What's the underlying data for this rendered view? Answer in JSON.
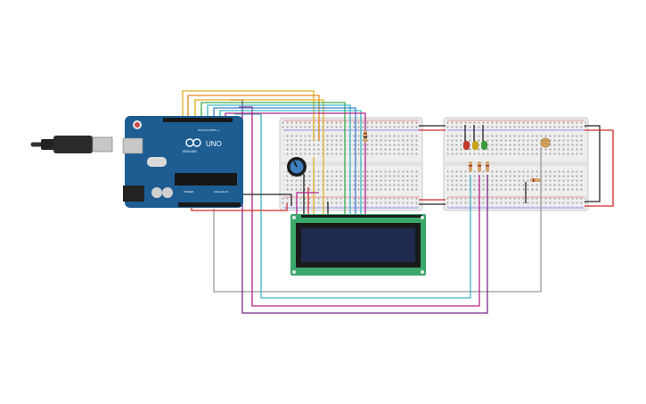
{
  "circuit": {
    "arduino": {
      "model_label": "UNO",
      "brand_label": "ARDUINO",
      "digital_header_label": "DIGITAL (PWM ~)",
      "power_header_label": "POWER",
      "analog_header_label": "ANALOG IN",
      "board_color": "#1d5d92"
    },
    "lcd": {
      "screen_color": "#1f2a4f",
      "pcb_color": "#3aa86b"
    },
    "leds": [
      {
        "name": "red-led",
        "color": "#c0392b"
      },
      {
        "name": "yellow-led",
        "color": "#c7a41a"
      },
      {
        "name": "green-led",
        "color": "#3c9a3c"
      }
    ],
    "wire_colors": {
      "power": "#d42a2a",
      "ground": "#222222",
      "yellow": "#e0b020",
      "orange": "#e08a20",
      "green": "#3cae4a",
      "teal": "#3bb6c4",
      "blue": "#3b7fd0",
      "purple": "#7a2a8a",
      "magenta": "#b0248a",
      "gray": "#9a9a9a"
    }
  }
}
